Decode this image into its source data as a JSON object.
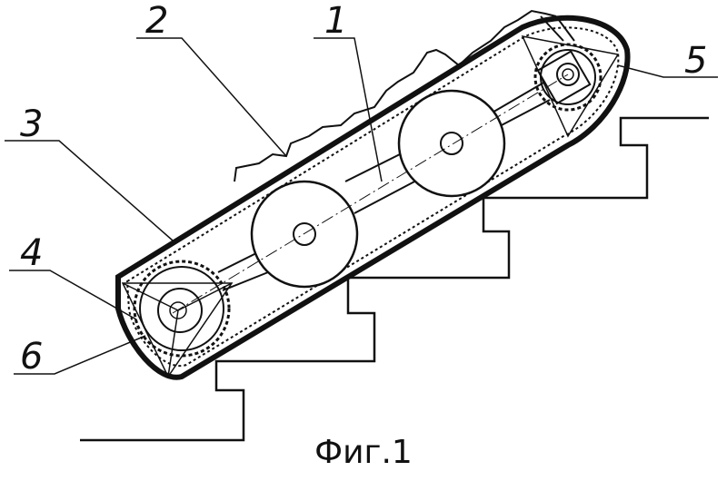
{
  "labels": {
    "l1": "1",
    "l2": "2",
    "l3": "3",
    "l4": "4",
    "l5": "5",
    "l6": "6"
  },
  "caption": "Фиг.1"
}
